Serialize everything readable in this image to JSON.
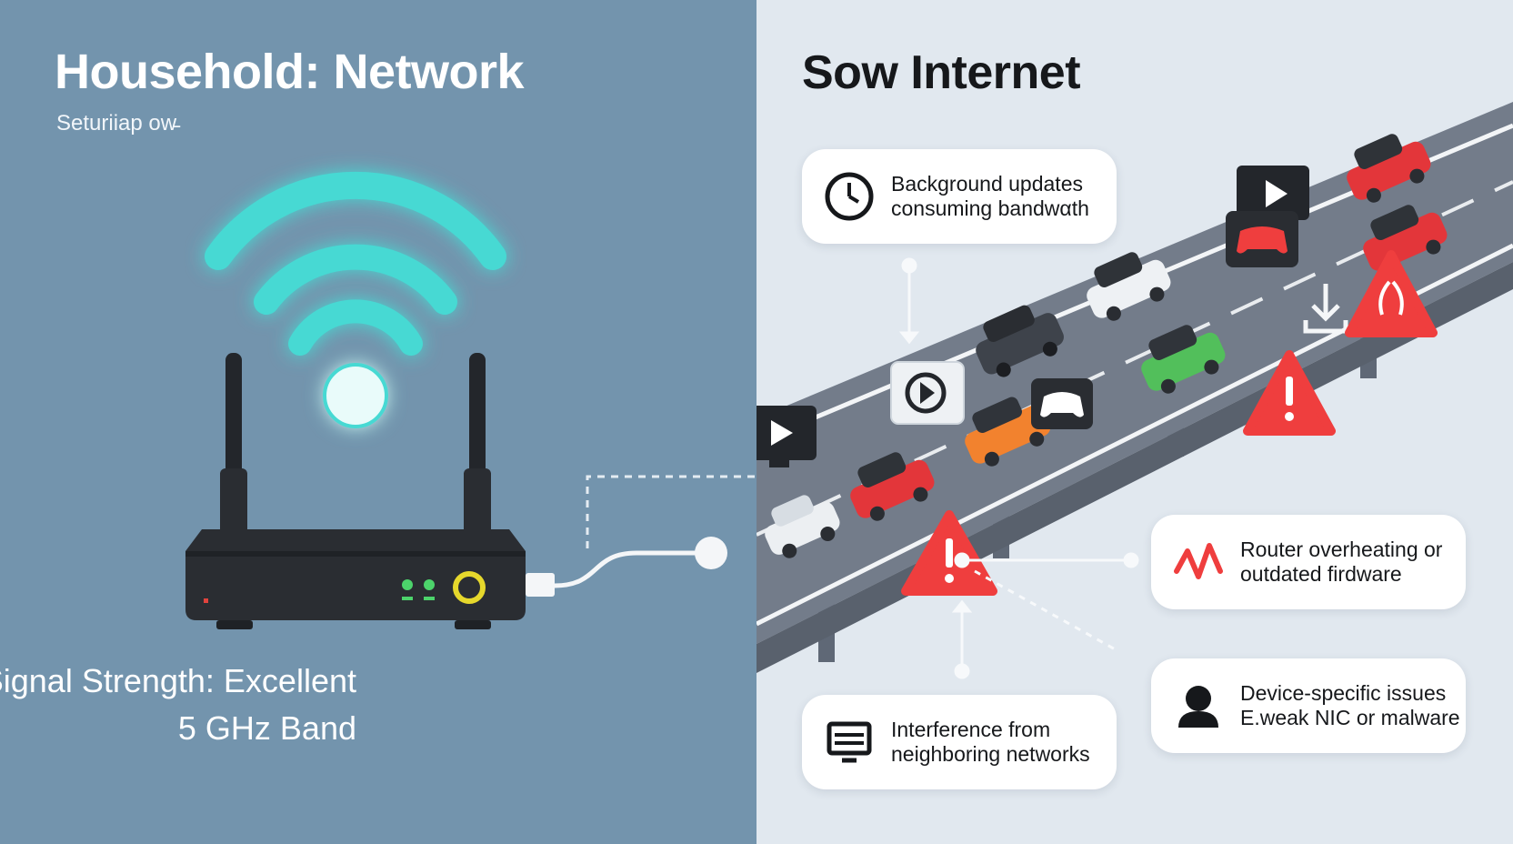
{
  "left": {
    "title": "Household: Network",
    "subtitle": "Seturiiap ow̵",
    "signal_line1": "Signal Strength: Excellent",
    "signal_line2": "5 GHz Band"
  },
  "right": {
    "title": "Sow Internet",
    "callouts": [
      {
        "icon": "clock-icon",
        "line1": "Background updates",
        "line2": "consuming bandwαth"
      },
      {
        "icon": "wave-icon",
        "line1": "Router overheating or",
        "line2": "outdated firdware"
      },
      {
        "icon": "monitor-icon",
        "line1": "Interference from",
        "line2": "neighboring networks"
      },
      {
        "icon": "person-icon",
        "line1": "Device-specific issues",
        "line2": "E.weak NIC or malware"
      }
    ]
  },
  "colors": {
    "left_bg": "#7394ad",
    "right_bg": "#e1e8ef",
    "wifi_glow": "#46d9d3",
    "router_body": "#2a2d32",
    "led_green": "#4cd36b",
    "power_ring": "#e6d82c",
    "warning_red": "#ef3e3e",
    "road": "#6d7684"
  }
}
